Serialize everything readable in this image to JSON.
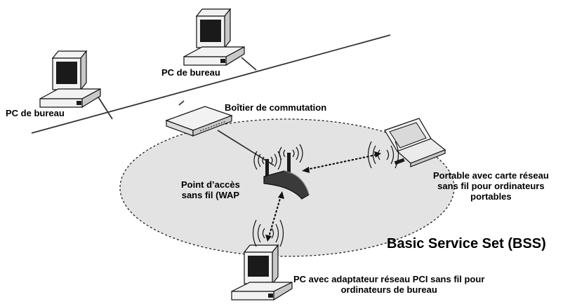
{
  "labels": {
    "pc_left": "PC de bureau",
    "pc_top": "PC de bureau",
    "switch": "Boîtier de commutation",
    "wap_line1": "Point d’accès",
    "wap_line2": "sans fil (WAP",
    "laptop_line1": "Portable avec carte réseau",
    "laptop_line2": "sans fil pour ordinateurs",
    "laptop_line3": "portables",
    "bss": "Basic Service Set (BSS)",
    "pc_wireless_line1": "PC avec adaptateur réseau PCI sans fil pour",
    "pc_wireless_line2": "ordinateurs de bureau"
  },
  "colors": {
    "bss_fill": "#e3e3e3",
    "line": "#333333",
    "device_light": "#f2f2f2",
    "device_mid": "#c8c8c8",
    "device_dark": "#1a1a1a"
  },
  "icons": [
    "desktop-pc-icon",
    "switch-box-icon",
    "wireless-access-point-icon",
    "laptop-icon",
    "radio-waves-icon"
  ]
}
